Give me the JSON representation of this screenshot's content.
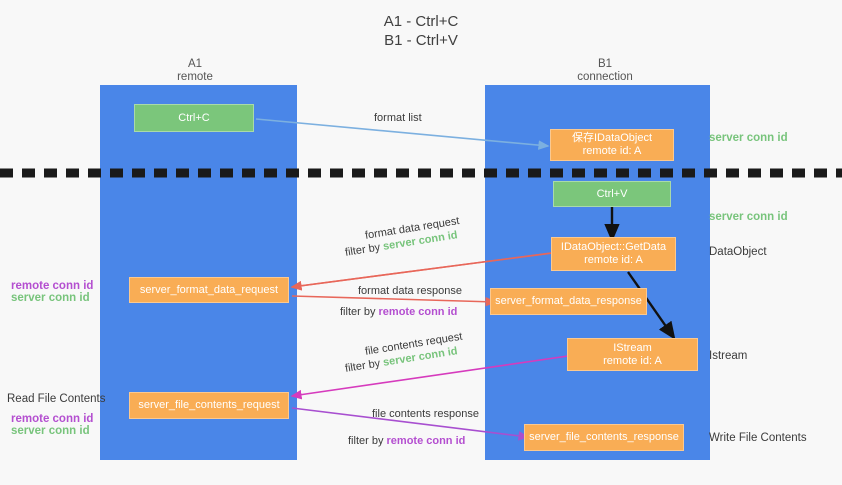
{
  "title": {
    "line1": "A1 - Ctrl+C",
    "line2": "B1 - Ctrl+V"
  },
  "colors": {
    "lane": "#4a86e8",
    "green_box": "#7bc67b",
    "orange_box": "#f9ad55",
    "server_conn_id": "#78c47c",
    "remote_conn_id": "#b44fd0",
    "arrow_blue": "#7cb0e0",
    "arrow_red": "#e8675a",
    "arrow_pink": "#d63bbd",
    "arrow_purple": "#a84fd0",
    "arrow_black": "#1a1a1a",
    "background": "#f8f8f8"
  },
  "lanes": [
    {
      "name": "A1",
      "sub": "remote"
    },
    {
      "name": "B1",
      "sub": "connection"
    }
  ],
  "boxes": [
    {
      "id": "ctrl-c",
      "style": "green",
      "line1": "Ctrl+C",
      "line2": ""
    },
    {
      "id": "save-idataobject",
      "style": "orange",
      "line1": "保存IDataObject",
      "line2": "remote id: A"
    },
    {
      "id": "ctrl-v",
      "style": "green",
      "line1": "Ctrl+V",
      "line2": ""
    },
    {
      "id": "idataobject-getdata",
      "style": "orange",
      "line1": "IDataObject::GetData",
      "line2": "remote id: A"
    },
    {
      "id": "server-format-data-request",
      "style": "orange",
      "line1": "server_format_data_request",
      "line2": ""
    },
    {
      "id": "server-format-data-response",
      "style": "orange",
      "line1": "server_format_data_response",
      "line2": ""
    },
    {
      "id": "istream",
      "style": "orange",
      "line1": "IStream",
      "line2": "remote id: A"
    },
    {
      "id": "server-file-contents-request",
      "style": "orange",
      "line1": "server_file_contents_request",
      "line2": ""
    },
    {
      "id": "server-file-contents-response",
      "style": "orange",
      "line1": "server_file_contents_response",
      "line2": ""
    }
  ],
  "right_labels": [
    {
      "id": "server-conn-id-1",
      "text": "server conn id",
      "kind": "green"
    },
    {
      "id": "server-conn-id-2",
      "text": "server conn id",
      "kind": "green"
    },
    {
      "id": "dataobject",
      "text": "DataObject",
      "kind": "plain"
    },
    {
      "id": "istream-label",
      "text": "Istream",
      "kind": "plain"
    },
    {
      "id": "write-file-contents",
      "text": "Write File Contents",
      "kind": "plain"
    }
  ],
  "left_labels": [
    {
      "id": "left-conn-1-remote",
      "text": "remote conn id",
      "kind": "purple"
    },
    {
      "id": "left-conn-1-server",
      "text": "server conn id",
      "kind": "green"
    },
    {
      "id": "read-file-contents",
      "text": "Read File Contents",
      "kind": "plain"
    },
    {
      "id": "left-conn-2-remote",
      "text": "remote conn id",
      "kind": "purple"
    },
    {
      "id": "left-conn-2-server",
      "text": "server conn id",
      "kind": "green"
    }
  ],
  "arrow_labels": [
    {
      "id": "format-list",
      "text": "format list"
    },
    {
      "id": "format-data-request",
      "text": "format data request"
    },
    {
      "id": "format-data-request-filter-pre",
      "text": "filter by ",
      "accent": "server conn id",
      "accent_kind": "green"
    },
    {
      "id": "format-data-response",
      "text": "format data response"
    },
    {
      "id": "format-data-response-filter-pre",
      "text": "filter by ",
      "accent": "remote conn id",
      "accent_kind": "purple"
    },
    {
      "id": "file-contents-request",
      "text": "file contents request"
    },
    {
      "id": "file-contents-request-filter-pre",
      "text": "filter by ",
      "accent": "server conn id",
      "accent_kind": "green"
    },
    {
      "id": "file-contents-response",
      "text": "file contents response"
    },
    {
      "id": "file-contents-response-filter-pre",
      "text": "filter by ",
      "accent": "remote conn id",
      "accent_kind": "purple"
    }
  ]
}
